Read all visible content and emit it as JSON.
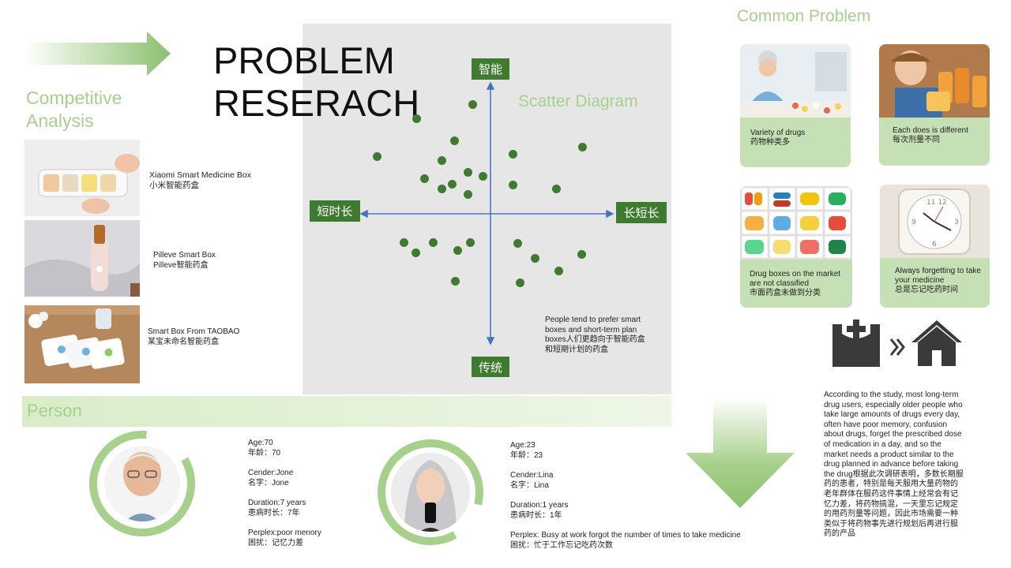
{
  "title_line1": "PROBLEM",
  "title_line2": "RESERACH",
  "competitive": {
    "heading_line1": "Competitive",
    "heading_line2": "Analysis"
  },
  "products": [
    {
      "name": "Xiaomi Smart Medicine Box",
      "name_cn": "小米智能药盒"
    },
    {
      "name": "Pilleve Smart Box",
      "name_cn": "Pilleve智能药盒"
    },
    {
      "name": "Smart Box From TAOBAO",
      "name_cn": "某宝未命名智能药盒"
    }
  ],
  "scatter": {
    "heading": "Scatter Diagram",
    "top_label": "智能",
    "bottom_label": "传统",
    "left_label": "短时长",
    "right_label": "长短长",
    "note_lines": [
      "People tend to prefer smart",
      "boxes and short-term plan",
      "boxes人们更趋向于智能药盒",
      "和短期计划的药盒"
    ]
  },
  "chart_data": {
    "type": "scatter",
    "xlabel": "",
    "ylabel": "",
    "points": [
      {
        "x": -0.59,
        "y": 0.73
      },
      {
        "x": -0.14,
        "y": 0.84
      },
      {
        "x": -0.29,
        "y": 0.56
      },
      {
        "x": -0.91,
        "y": 0.44
      },
      {
        "x": -0.39,
        "y": 0.41
      },
      {
        "x": -0.18,
        "y": 0.32
      },
      {
        "x": -0.53,
        "y": 0.27
      },
      {
        "x": -0.31,
        "y": 0.23
      },
      {
        "x": -0.39,
        "y": 0.19
      },
      {
        "x": -0.18,
        "y": 0.15
      },
      {
        "x": -0.06,
        "y": 0.29
      },
      {
        "x": 0.18,
        "y": 0.46
      },
      {
        "x": 0.74,
        "y": 0.51
      },
      {
        "x": 0.18,
        "y": 0.22
      },
      {
        "x": 0.53,
        "y": 0.19
      },
      {
        "x": -0.69,
        "y": -0.22
      },
      {
        "x": -0.6,
        "y": -0.3
      },
      {
        "x": -0.46,
        "y": -0.22
      },
      {
        "x": -0.26,
        "y": -0.28
      },
      {
        "x": -0.16,
        "y": -0.22
      },
      {
        "x": -0.28,
        "y": -0.52
      },
      {
        "x": 0.22,
        "y": -0.23
      },
      {
        "x": 0.36,
        "y": -0.34
      },
      {
        "x": 0.73,
        "y": -0.31
      },
      {
        "x": 0.55,
        "y": -0.44
      },
      {
        "x": 0.24,
        "y": -0.53
      }
    ]
  },
  "common": {
    "heading": "Common Problem",
    "cards": [
      {
        "line1": "Variety of drugs",
        "line2": "药物种类多"
      },
      {
        "line1": "Each does is different",
        "line2": "每次剂量不同"
      },
      {
        "line1": "Drug boxes on the market",
        "line1b": "are not classified",
        "line2": "市面药盒未做到分类"
      },
      {
        "line1": "Always forgetting to take",
        "line1b": "your medicine",
        "line2": "总是忘记吃药时间"
      }
    ]
  },
  "person": {
    "heading": "Person",
    "p1": {
      "age": "Age:70",
      "age_cn": "年龄：70",
      "name": "Cender:Jone",
      "name_cn": "名字：Jone",
      "duration": "Duration:7 years",
      "duration_cn": "患病时长：7年",
      "perplex": "Perplex:poor menory",
      "perplex_cn": "困扰：记忆力差"
    },
    "p2": {
      "age": "Age:23",
      "age_cn": "年龄：23",
      "name": "Cender:Lina",
      "name_cn": "名字：Lina",
      "duration": "Duration:1 years",
      "duration_cn": "患病时长：1年",
      "perplex": "Perplex: Busy at work forgot the number of times to take medicine",
      "perplex_cn": "困扰：忙于工作忘记吃药次数"
    }
  },
  "conclusion_lines": [
    "According to the study, most long-term",
    "drug users, especially older people who",
    "take large amounts of drugs every day,",
    "often have poor memory, confusion",
    "about drugs, forget the prescribed dose",
    "of medication in a day, and so the",
    "market needs a product similar to the",
    "drug planned in advance before taking",
    "the drug根据此次调研表明，多数长期服",
    "药的患者，特别是每天服用大量药物的",
    "老年群体在服药这件事情上经常会有记",
    "忆力差，将药物搞混，一天里忘记规定",
    "的用药剂量等问题，因此市场需要一种",
    "类似于将药物事先进行规划后再进行服",
    "药的产品"
  ],
  "colors": {
    "accent": "#3e7a2f",
    "light": "#a8d08d",
    "card": "#c5e0b4",
    "gray": "#e7e6e6"
  }
}
